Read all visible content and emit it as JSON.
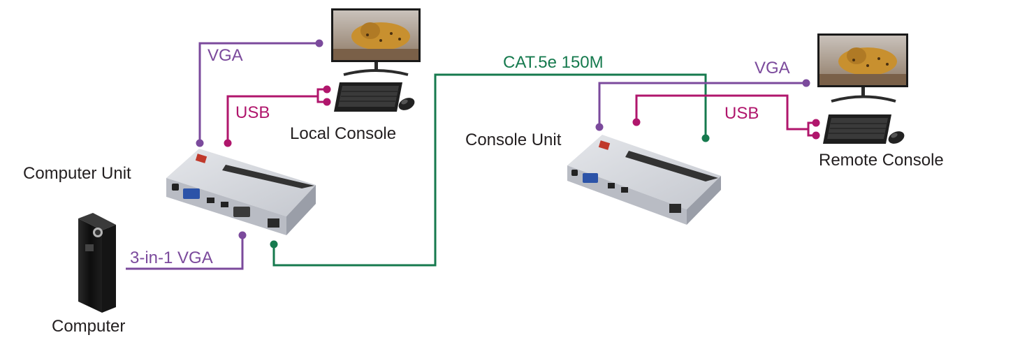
{
  "colors": {
    "vga": "#7b4a9c",
    "usb": "#b0166c",
    "cat": "#167a4e",
    "text": "#231f20"
  },
  "labels": {
    "vga_local": "VGA",
    "usb_local": "USB",
    "local_console": "Local Console",
    "computer_unit": "Computer Unit",
    "computer": "Computer",
    "vga_3in1": "3-in-1 VGA",
    "cat_cable": "CAT.5e 150M",
    "console_unit": "Console Unit",
    "vga_remote": "VGA",
    "usb_remote": "USB",
    "remote_console": "Remote Console"
  },
  "icons": {
    "monitor": "monitor-icon",
    "keyboard": "keyboard-icon",
    "mouse": "mouse-icon",
    "pc_tower": "pc-tower-icon",
    "extender": "kvm-extender-icon"
  }
}
